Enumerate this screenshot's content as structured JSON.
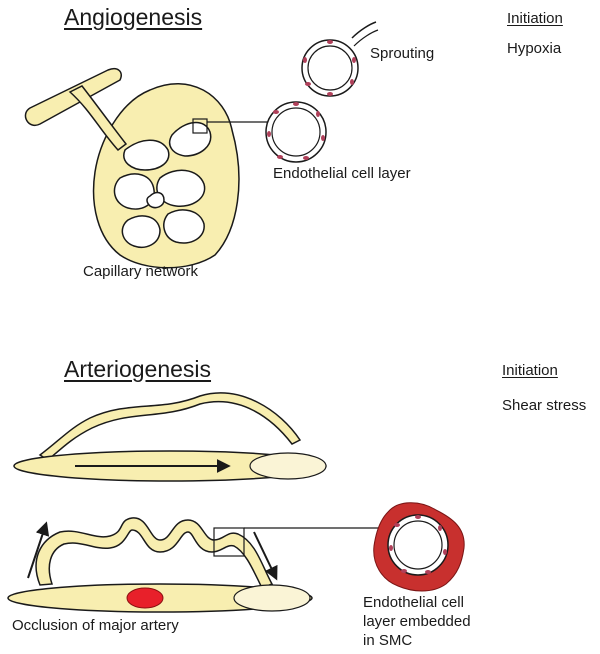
{
  "angiogenesis": {
    "title": "Angiogenesis",
    "initiation_label": "Initiation",
    "initiation_cause": "Hypoxia",
    "labels": {
      "sprouting": "Sprouting",
      "endothelial": "Endothelial cell layer",
      "capillary": "Capillary network"
    }
  },
  "arteriogenesis": {
    "title": "Arteriogenesis",
    "initiation_label": "Initiation",
    "initiation_cause": "Shear stress",
    "labels": {
      "occlusion": "Occlusion of major artery",
      "endothelial_line1": "Endothelial cell",
      "endothelial_line2": "layer embedded",
      "endothelial_line3": "in SMC"
    }
  },
  "colors": {
    "vessel_fill": "#f8eeb0",
    "outline": "#1a1a1a",
    "occlusion": "#e8202a",
    "smc": "#c8302e",
    "nucleus": "#b0405a"
  }
}
